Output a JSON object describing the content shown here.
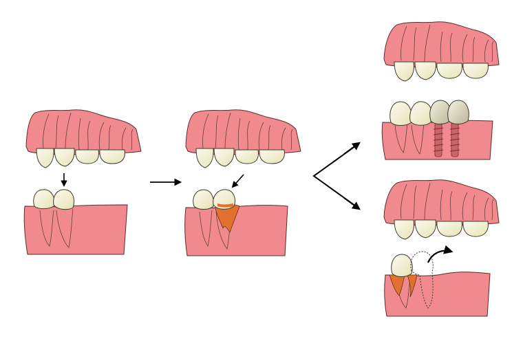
{
  "colors": {
    "gum": "#f08a8e",
    "gum_dark": "#e57278",
    "tooth": "#f6f4dc",
    "tooth_shade": "#e8e3b8",
    "decay": "#e2702f",
    "implant": "#c9646a",
    "crown_metal": "#dad8c8",
    "arrow": "#000000"
  },
  "stages": [
    {
      "name": "opposing-teeth",
      "icon": "tooth-contact-arrow-icon"
    },
    {
      "name": "tooth-decay",
      "icon": "decay-arrow-icon"
    },
    {
      "name": "implant-treatment",
      "icon": "implant-icon"
    },
    {
      "name": "tooth-extraction",
      "icon": "extraction-arrow-icon"
    }
  ]
}
